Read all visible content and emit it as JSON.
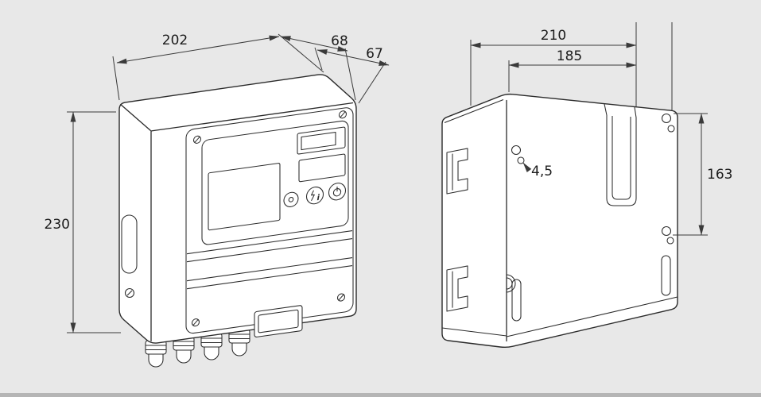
{
  "figure": {
    "kind": "technical-dimension-drawing",
    "subject": "wall-mounted control unit, front isometric view and rear view"
  },
  "colors": {
    "background": "#e8e8e8",
    "line": "#2b2b2b",
    "face_fill": "#ffffff",
    "dimension_line": "#3a3a3a",
    "text": "#1c1c1c"
  },
  "views": {
    "front": {
      "label_width": "202",
      "label_depth_top": "68",
      "label_depth_front": "67",
      "label_height": "230"
    },
    "rear": {
      "label_width": "210",
      "label_hole_span_h": "185",
      "label_hole_diameter": "4,5",
      "label_hole_span_v": "163"
    }
  },
  "icons": {
    "reset_button": "center-dot",
    "info_button": "lightning-i",
    "power_button": "power-symbol"
  }
}
